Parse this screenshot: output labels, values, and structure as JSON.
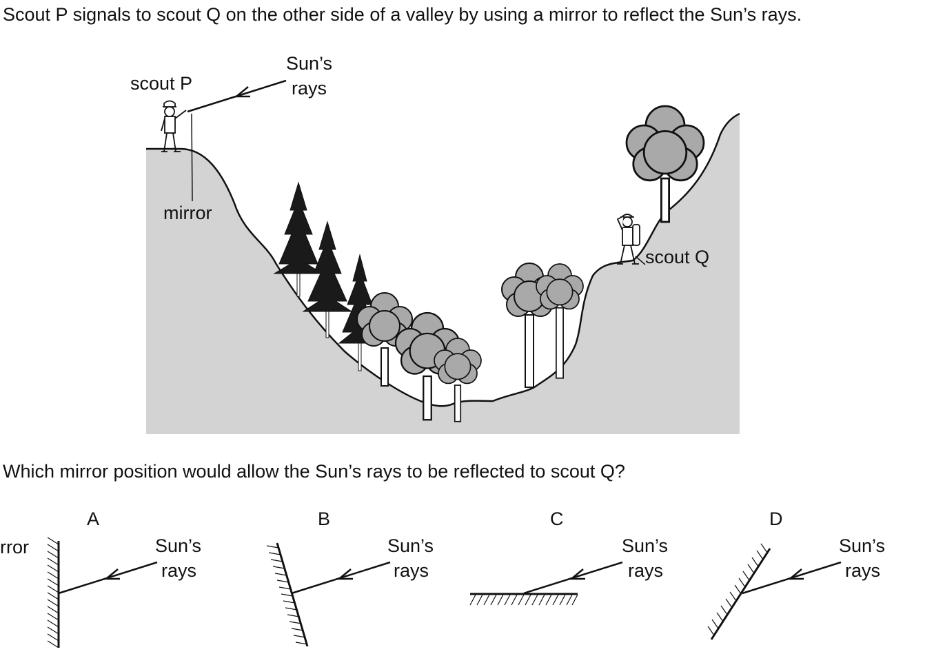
{
  "question": {
    "intro": "Scout P signals to scout Q on the other side of a valley by using a mirror to reflect the Sun’s rays.",
    "prompt": "Which mirror position would allow the Sun’s rays to be reflected to scout Q?"
  },
  "scene": {
    "scout_p": "scout P",
    "scout_q": "scout Q",
    "mirror": "mirror",
    "sun_line1": "Sun’s",
    "sun_line2": "rays",
    "colors": {
      "ground": "#d3d3d3",
      "conifer": "#1a1a1a",
      "deciduous": "#a9a9a9",
      "ink": "#111111"
    }
  },
  "options": [
    {
      "letter": "A",
      "sun_line1": "Sun’s",
      "sun_line2": "rays",
      "mirror_side_text": "rror",
      "mirror": "vertical"
    },
    {
      "letter": "B",
      "sun_line1": "Sun’s",
      "sun_line2": "rays",
      "mirror": "tilted-top-left"
    },
    {
      "letter": "C",
      "sun_line1": "Sun’s",
      "sun_line2": "rays",
      "mirror": "horizontal"
    },
    {
      "letter": "D",
      "sun_line1": "Sun’s",
      "sun_line2": "rays",
      "mirror": "tilted-top-right"
    }
  ]
}
